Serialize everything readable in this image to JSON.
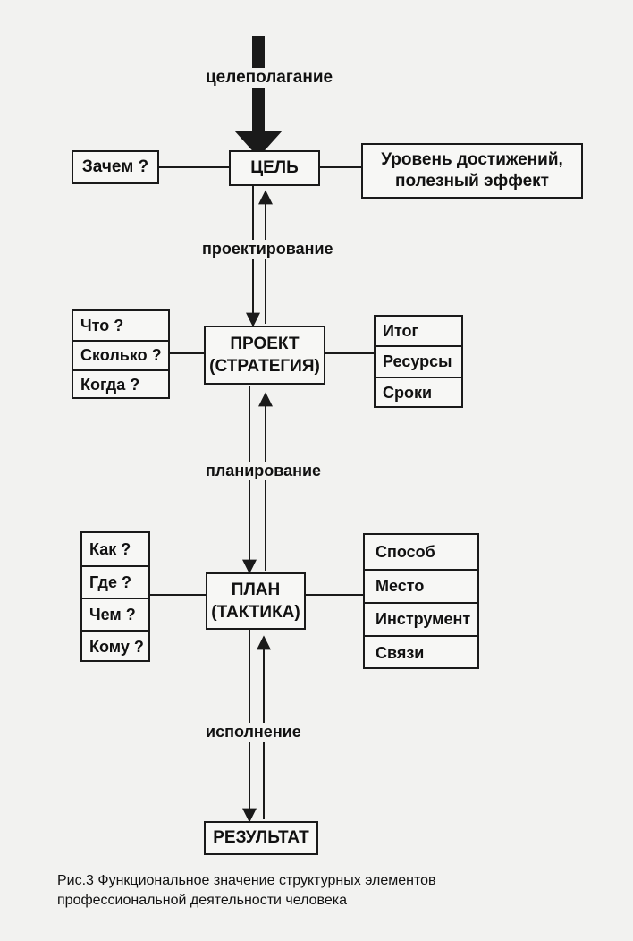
{
  "diagram": {
    "nodes": {
      "goal": "ЦЕЛЬ",
      "project": [
        "ПРОЕКТ",
        "(СТРАТЕГИЯ)"
      ],
      "plan": [
        "ПЛАН",
        "(ТАКТИКА)"
      ],
      "result": "РЕЗУЛЬТАТ"
    },
    "goal_question": "Зачем ?",
    "goal_outcome": [
      "Уровень достижений,",
      "полезный эффект"
    ],
    "project_questions": [
      "Что ?",
      "Сколько ?",
      "Когда ?"
    ],
    "project_outputs": [
      "Итог",
      "Ресурсы",
      "Сроки"
    ],
    "plan_questions": [
      "Как ?",
      "Где ?",
      "Чем ?",
      "Кому ?"
    ],
    "plan_outputs": [
      "Способ",
      "Место",
      "Инструмент",
      "Связи"
    ],
    "process_labels": {
      "goal_setting": "целеполагание",
      "design": "проектирование",
      "planning": "планирование",
      "execution": "исполнение"
    }
  },
  "caption": [
    "Рис.3  Функциональное значение структурных элементов",
    "профессиональной  деятельности человека"
  ]
}
